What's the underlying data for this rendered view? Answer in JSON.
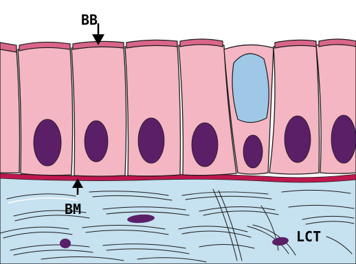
{
  "labels": {
    "bb": "BB",
    "bm": "BM",
    "lct": "LCT"
  },
  "colors": {
    "cytoplasm": "#f4b6c2",
    "brush_border": "#d9668a",
    "basement_membrane": "#c0174f",
    "nucleus": "#5b1f68",
    "goblet_mucus": "#9ec8e6",
    "connective_tissue": "#c6e1ef",
    "fibers": "#f3f6f8",
    "outline": "#1a1a1a"
  }
}
